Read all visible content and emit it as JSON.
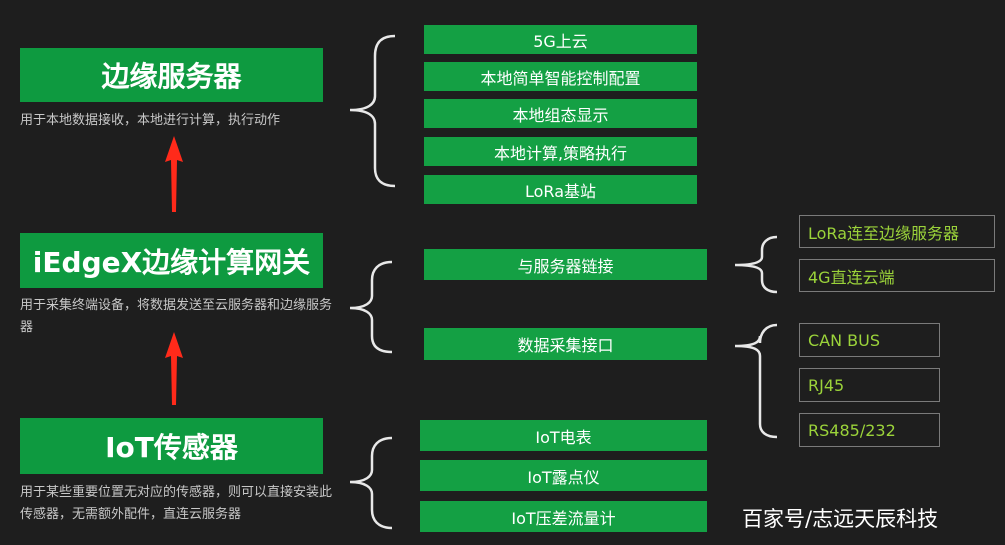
{
  "layers": [
    {
      "title": "边缘服务器",
      "desc": "用于本地数据接收，本地进行计算，执行动作"
    },
    {
      "title": "iEdgeX边缘计算网关",
      "desc": "用于采集终端设备，将数据发送至云服务器和边缘服务器"
    },
    {
      "title": "IoT传感器",
      "desc": "用于某些重要位置无对应的传感器，则可以直接安装此传感器，无需额外配件，直连云服务器"
    }
  ],
  "server_features": [
    "5G上云",
    "本地简单智能控制配置",
    "本地组态显示",
    "本地计算,策略执行",
    "LoRa基站"
  ],
  "gateway_features": [
    "与服务器链接",
    "数据采集接口"
  ],
  "link_options": [
    "LoRa连至边缘服务器",
    "4G直连云端"
  ],
  "interfaces": [
    "CAN BUS",
    "RJ45",
    "RS485/232"
  ],
  "sensors": [
    "IoT电表",
    "IoT露点仪",
    "IoT压差流量计"
  ],
  "watermark": "百家号/志远天辰科技",
  "colors": {
    "background": "#1e1e1e",
    "box_green": "#0e9a40",
    "option_text": "#9bd33a",
    "arrow": "#ff2a1a",
    "brace": "#e8e8e8"
  }
}
